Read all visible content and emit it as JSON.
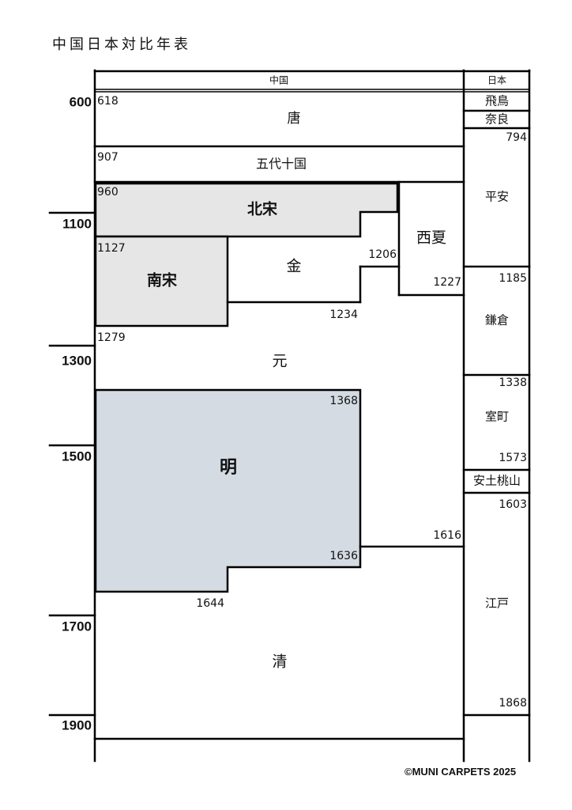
{
  "title": "中国日本対比年表",
  "credit": "©MUNI CARPETS 2025",
  "headers": {
    "china": "中国",
    "japan": "日本"
  },
  "year_axis": [
    {
      "label": "600"
    },
    {
      "label": "1100"
    },
    {
      "label": "1300"
    },
    {
      "label": "1500"
    },
    {
      "label": "1700"
    },
    {
      "label": "1900"
    }
  ],
  "china_names": [
    {
      "name": "唐",
      "bold": false
    },
    {
      "name": "五代十国",
      "bold": false
    },
    {
      "name": "北宋",
      "bold": true
    },
    {
      "name": "西夏",
      "bold": false
    },
    {
      "name": "金",
      "bold": false
    },
    {
      "name": "南宋",
      "bold": true
    },
    {
      "name": "元",
      "bold": false
    },
    {
      "name": "明",
      "bold": true
    },
    {
      "name": "清",
      "bold": false
    }
  ],
  "china_years": [
    "618",
    "907",
    "960",
    "1127",
    "1206",
    "1227",
    "1234",
    "1279",
    "1368",
    "1636",
    "1616",
    "1644"
  ],
  "japan_names": [
    "飛鳥",
    "奈良",
    "平安",
    "鎌倉",
    "室町",
    "安土桃山",
    "江戸"
  ],
  "japan_years": [
    "794",
    "1185",
    "1338",
    "1573",
    "1603",
    "1868"
  ],
  "fills": {
    "song": "#e6e6e6",
    "ming": "#d5dbe3",
    "line": "#000000"
  }
}
